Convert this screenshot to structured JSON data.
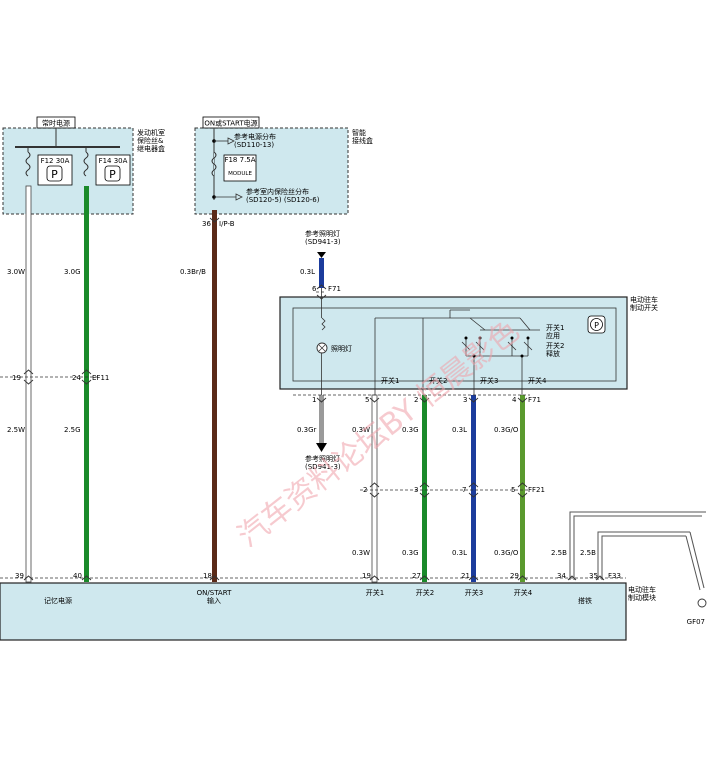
{
  "boxes": {
    "engine_fuse": {
      "header": "常时电源",
      "label1": "发动机室",
      "label2": "保险丝&",
      "label3": "继电器盒",
      "fuse_a": "F12 30A",
      "fuse_b": "F14 30A"
    },
    "smart_junction": {
      "header": "ON或START电源",
      "label1": "智能",
      "label2": "接线盒",
      "ref1_a": "参考电源分布",
      "ref1_b": "(SD110-13)",
      "fuse": "F18 7.5A",
      "module": "MODULE",
      "ref2_a": "参考室内保险丝分布",
      "ref2_b": "(SD120-5) (SD120-6)"
    },
    "epb_switch": {
      "label1": "电动驻车",
      "label2": "制动开关",
      "lamp": "照明灯",
      "sw1_a": "开关1",
      "sw1_b": "应用",
      "sw2_a": "开关2",
      "sw2_b": "释放",
      "pins": [
        "开关1",
        "开关2",
        "开关3",
        "开关4"
      ],
      "connector": "F71"
    },
    "epb_module": {
      "label1": "电动驻车",
      "label2": "制动模块",
      "connector": "F33",
      "pins": [
        "记忆电源",
        "ON/START",
        "输入",
        "开关1",
        "开关2",
        "开关3",
        "开关4",
        "搭铁"
      ]
    }
  },
  "wires": {
    "w1": {
      "top": "3.0W",
      "bottom": "2.5W",
      "pin_top": "19",
      "pin_bottom": "39"
    },
    "w2": {
      "top": "3.0G",
      "bottom": "2.5G",
      "pin_top": "24",
      "pin_bottom": "40",
      "connector": "EF11"
    },
    "w3": {
      "gauge": "0.3Br/B",
      "pin_top": "36",
      "code": "I/P-B",
      "pin_bottom": "18"
    },
    "lamp_feed": {
      "ref_a": "参考照明灯",
      "ref_b": "(SD941-3)",
      "gauge": "0.3L",
      "pin": "6"
    },
    "lamp_out": {
      "gauge": "0.3Gr",
      "pin": "1",
      "ref_a": "参考照明灯",
      "ref_b": "(SD941-3)"
    },
    "sw1": {
      "pin_top": "5",
      "gauge_a": "0.3W",
      "pin_mid": "2",
      "gauge_b": "0.3W",
      "pin_bottom": "19"
    },
    "sw2": {
      "pin_top": "2",
      "gauge_a": "0.3G",
      "pin_mid": "3",
      "gauge_b": "0.3G",
      "pin_bottom": "27"
    },
    "sw3": {
      "pin_top": "3",
      "gauge_a": "0.3L",
      "pin_mid": "7",
      "gauge_b": "0.3L",
      "pin_bottom": "21"
    },
    "sw4": {
      "pin_top": "4",
      "gauge_a": "0.3G/O",
      "pin_mid": "5",
      "gauge_b": "0.3G/O",
      "pin_bottom": "29",
      "conn_top": "F71",
      "conn_mid": "FF21"
    },
    "gnd1": {
      "gauge": "2.5B",
      "pin": "34"
    },
    "gnd2": {
      "gauge": "2.5B",
      "pin": "35"
    },
    "ground_point": "GF07"
  },
  "watermark": "汽车资料论坛BY 恒晨影色",
  "colors": {
    "box_fill": "#cfe8ee",
    "wire_white": "#ffffff",
    "wire_green": "#1a8a2a",
    "wire_brown": "#5a2a18",
    "wire_blue": "#1c3c9c",
    "wire_gray": "#9a9a9a",
    "wire_greenorange": "#5a9a2e"
  }
}
